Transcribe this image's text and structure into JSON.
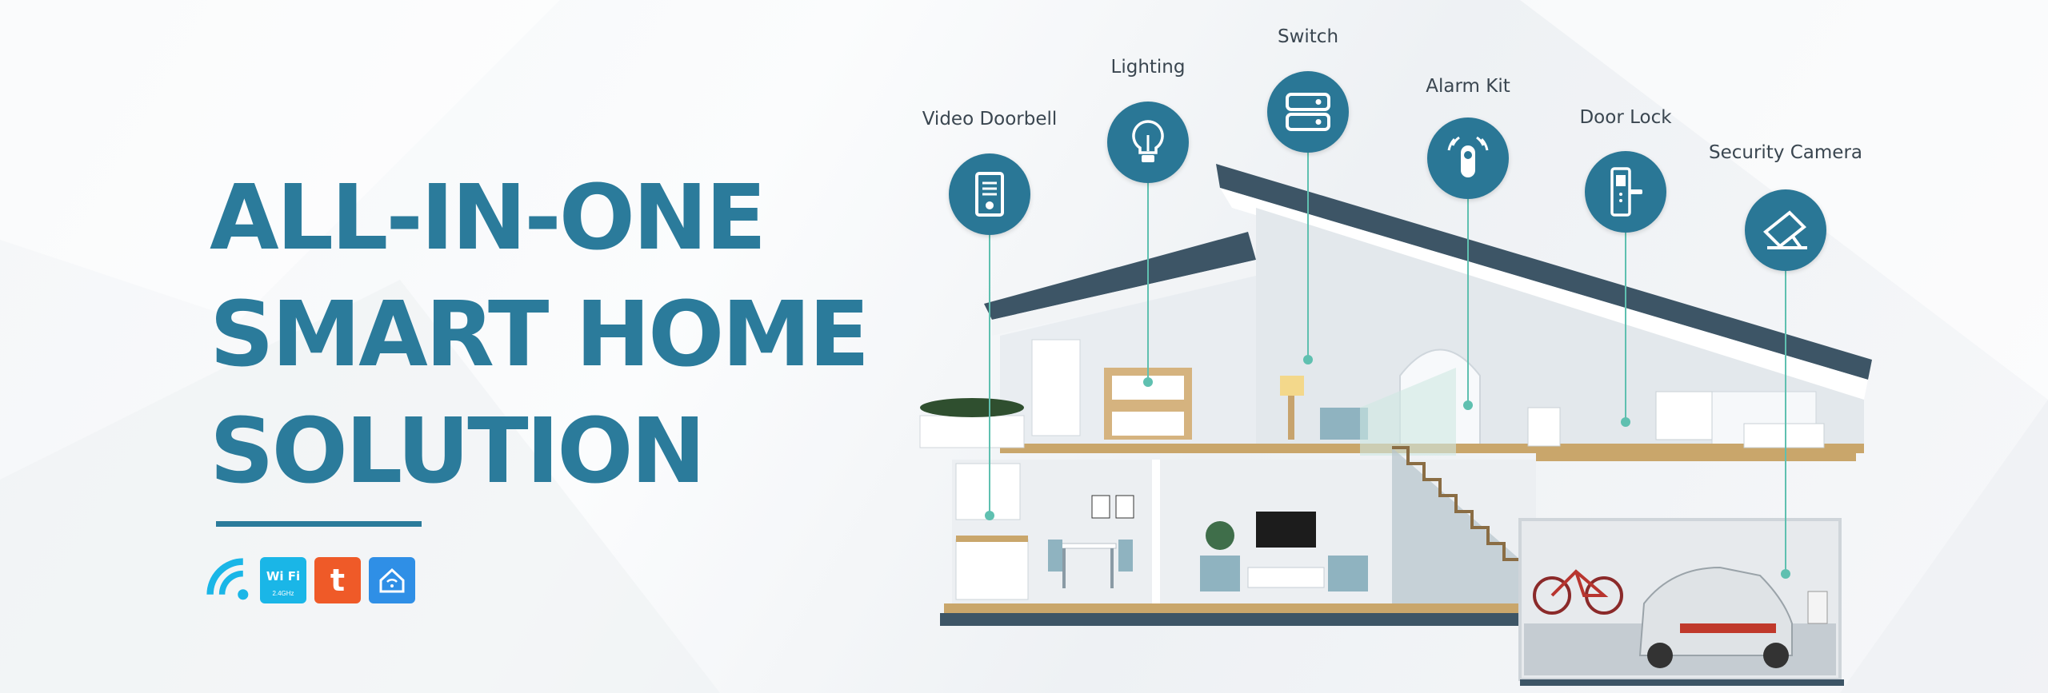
{
  "hero": {
    "line1": "ALL-IN-ONE",
    "line2": "SMART HOME",
    "line3": "SOLUTION"
  },
  "badges": [
    {
      "icon": "wifi-signal-icon"
    },
    {
      "icon": "wifi-badge-icon",
      "text": "Wi Fi",
      "subtext": "2.4GHz"
    },
    {
      "icon": "tuya-app-icon",
      "text": "t"
    },
    {
      "icon": "smart-home-app-icon"
    }
  ],
  "features": [
    {
      "label": "Video Doorbell",
      "icon": "video-doorbell-icon"
    },
    {
      "label": "Lighting",
      "icon": "light-bulb-icon"
    },
    {
      "label": "Switch",
      "icon": "switch-icon"
    },
    {
      "label": "Alarm Kit",
      "icon": "alarm-sensor-icon"
    },
    {
      "label": "Door Lock",
      "icon": "door-lock-icon"
    },
    {
      "label": "Security Camera",
      "icon": "security-camera-icon"
    }
  ],
  "colors": {
    "brand": "#2b7b9b",
    "icon_circle": "#2a7796",
    "leader": "#5fc0b0",
    "roof": "#3d5566",
    "wifi_badge": "#1ab6e7",
    "tuya_badge": "#ef5a28",
    "home_badge": "#2f8fe6"
  }
}
